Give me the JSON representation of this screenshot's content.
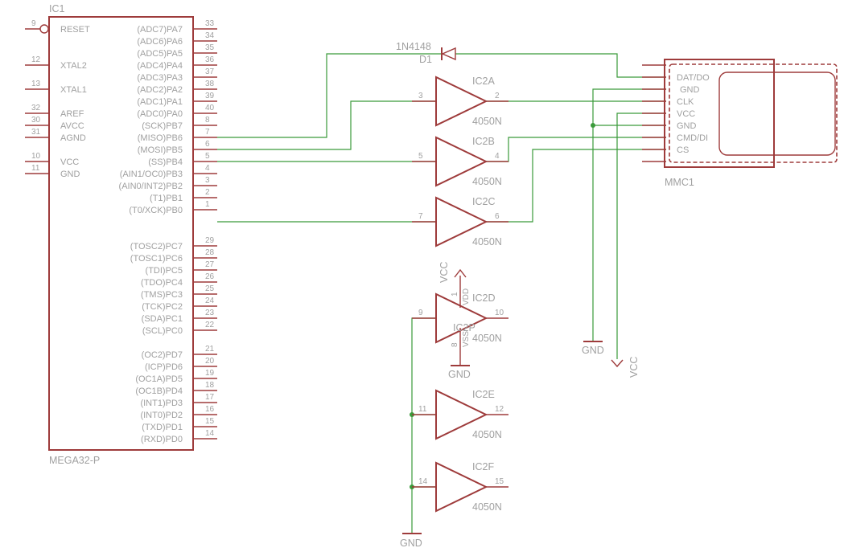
{
  "colors": {
    "component": "#9e3b3b",
    "wire": "#3a9a3a",
    "text": "#a0a0a0",
    "background": "#ffffff"
  },
  "ic1": {
    "name": "IC1",
    "value": "MEGA32-P",
    "left_pins": [
      {
        "num": "9",
        "label": "RESET"
      },
      {
        "num": "12",
        "label": "XTAL2"
      },
      {
        "num": "13",
        "label": "XTAL1"
      },
      {
        "num": "32",
        "label": "AREF"
      },
      {
        "num": "30",
        "label": "AVCC"
      },
      {
        "num": "31",
        "label": "AGND"
      },
      {
        "num": "10",
        "label": "VCC"
      },
      {
        "num": "11",
        "label": "GND"
      }
    ],
    "right_pins": [
      {
        "num": "33",
        "label": "(ADC7)PA7"
      },
      {
        "num": "34",
        "label": "(ADC6)PA6"
      },
      {
        "num": "35",
        "label": "(ADC5)PA5"
      },
      {
        "num": "36",
        "label": "(ADC4)PA4"
      },
      {
        "num": "37",
        "label": "(ADC3)PA3"
      },
      {
        "num": "38",
        "label": "(ADC2)PA2"
      },
      {
        "num": "39",
        "label": "(ADC1)PA1"
      },
      {
        "num": "40",
        "label": "(ADC0)PA0"
      },
      {
        "num": "8",
        "label": "(SCK)PB7"
      },
      {
        "num": "7",
        "label": "(MISO)PB6"
      },
      {
        "num": "6",
        "label": "(MOSI)PB5"
      },
      {
        "num": "5",
        "label": "(SS)PB4"
      },
      {
        "num": "4",
        "label": "(AIN1/OC0)PB3"
      },
      {
        "num": "3",
        "label": "(AIN0/INT2)PB2"
      },
      {
        "num": "2",
        "label": "(T1)PB1"
      },
      {
        "num": "1",
        "label": "(T0/XCK)PB0"
      },
      {
        "num": "29",
        "label": "(TOSC2)PC7"
      },
      {
        "num": "28",
        "label": "(TOSC1)PC6"
      },
      {
        "num": "27",
        "label": "(TDI)PC5"
      },
      {
        "num": "26",
        "label": "(TDO)PC4"
      },
      {
        "num": "25",
        "label": "(TMS)PC3"
      },
      {
        "num": "24",
        "label": "(TCK)PC2"
      },
      {
        "num": "23",
        "label": "(SDA)PC1"
      },
      {
        "num": "22",
        "label": "(SCL)PC0"
      },
      {
        "num": "21",
        "label": "(OC2)PD7"
      },
      {
        "num": "20",
        "label": "(ICP)PD6"
      },
      {
        "num": "19",
        "label": "(OC1A)PD5"
      },
      {
        "num": "18",
        "label": "(OC1B)PD4"
      },
      {
        "num": "17",
        "label": "(INT1)PD3"
      },
      {
        "num": "16",
        "label": "(INT0)PD2"
      },
      {
        "num": "15",
        "label": "(TXD)PD1"
      },
      {
        "num": "14",
        "label": "(RXD)PD0"
      }
    ]
  },
  "diode": {
    "name": "D1",
    "value": "1N4148"
  },
  "buffers": [
    {
      "name": "IC2A",
      "value": "4050N",
      "in_pin": "3",
      "out_pin": "2"
    },
    {
      "name": "IC2B",
      "value": "4050N",
      "in_pin": "5",
      "out_pin": "4"
    },
    {
      "name": "IC2C",
      "value": "4050N",
      "in_pin": "7",
      "out_pin": "6"
    },
    {
      "name": "IC2D",
      "value": "4050N",
      "in_pin": "9",
      "out_pin": "10"
    },
    {
      "name": "IC2E",
      "value": "4050N",
      "in_pin": "11",
      "out_pin": "12"
    },
    {
      "name": "IC2F",
      "value": "4050N",
      "in_pin": "14",
      "out_pin": "15"
    }
  ],
  "power_unit": {
    "name": "IC2P",
    "vdd_label": "VDD",
    "vdd_pin": "1",
    "vss_label": "VSS",
    "vss_pin": "8"
  },
  "mmc": {
    "name": "MMC1",
    "pins": [
      "DAT/DO",
      "GND",
      "CLK",
      "VCC",
      "GND",
      "CMD/DI",
      "CS"
    ]
  },
  "supplies": {
    "vcc": "VCC",
    "gnd": "GND"
  }
}
